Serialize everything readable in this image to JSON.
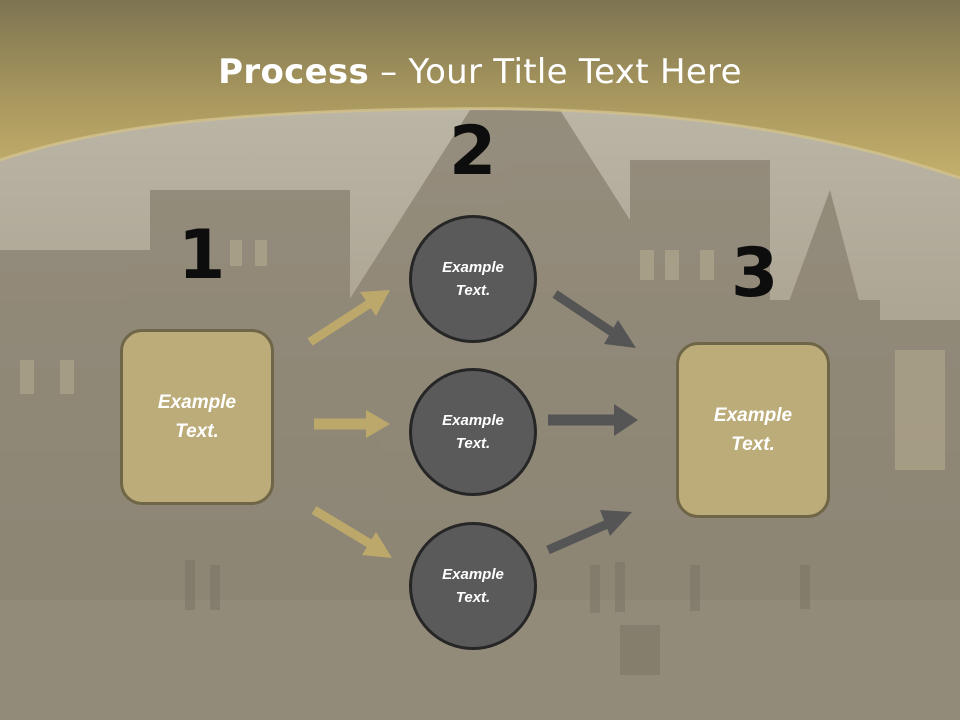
{
  "title": {
    "bold": "Process",
    "rest": " – Your Title Text Here"
  },
  "numbers": [
    "1",
    "2",
    "3"
  ],
  "left_box": {
    "line1": "Example",
    "line2": "Text."
  },
  "right_box": {
    "line1": "Example",
    "line2": "Text."
  },
  "circles": [
    {
      "line1": "Example",
      "line2": "Text."
    },
    {
      "line1": "Example",
      "line2": "Text."
    },
    {
      "line1": "Example",
      "line2": "Text."
    }
  ],
  "colors": {
    "gold": "#bcac7a",
    "gold_border": "#6f6647",
    "circle_fill": "#5a5a5a",
    "circle_border": "#262626",
    "arrow_gold": "#bca86a",
    "arrow_gray": "#555555",
    "number": "#0d0d0d"
  }
}
